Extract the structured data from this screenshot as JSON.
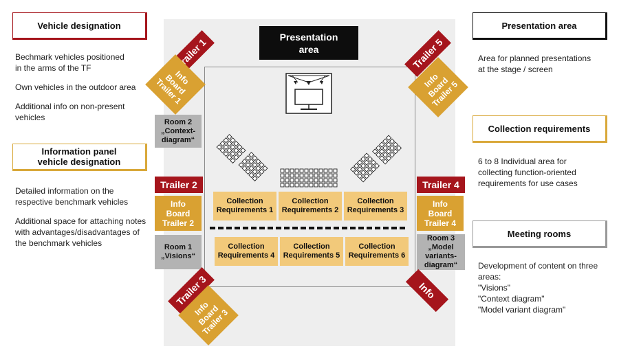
{
  "left_panel": {
    "vehicle_designation_title": "Vehicle designation",
    "vehicle_designation_lines": [
      "Bechmark vehicles positioned",
      "in the arms of the TF",
      "Own vehicles in the outdoor area",
      "Additional info on non-present",
      "vehicles"
    ],
    "info_panel_title_line1": "Information panel",
    "info_panel_title_line2": "vehicle designation",
    "info_panel_lines": [
      "Detailed information on the",
      "respective benchmark vehicles",
      "Additional space for attaching notes",
      "with advantages/disadvantages of",
      "the benchmark vehicles"
    ]
  },
  "right_panel": {
    "presentation_title": "Presentation area",
    "presentation_lines": [
      "Area for planned presentations",
      "at the stage / screen"
    ],
    "collection_title": "Collection requirements",
    "collection_lines": [
      "6 to 8 Individual area for",
      "collecting function-oriented",
      "requirements for use cases"
    ],
    "meeting_title": "Meeting rooms",
    "meeting_lines": [
      "Development of content on three",
      "areas:",
      "\"Visions\"",
      "\"Context diagram\"",
      "\"Model variant diagram\""
    ]
  },
  "floorplan": {
    "presentation_area_line1": "Presentation",
    "presentation_area_line2": "area",
    "trailers": [
      "Trailer 1",
      "Trailer 2",
      "Trailer 3",
      "Trailer 4",
      "Trailer 5",
      "Info"
    ],
    "info_board_word1": "Info",
    "info_board_word2": "Board",
    "rooms": [
      {
        "l1": "Room 2",
        "l2": "„Context-",
        "l3": "diagram“"
      },
      {
        "l1": "Room 1",
        "l2": "„Visions“",
        "l3": ""
      },
      {
        "l1": "Room 3",
        "l2": "„Model",
        "l3": "variants-",
        "l4": "diagram“"
      }
    ],
    "collection_label": "Collection",
    "collection_areas": [
      "Requirements 1",
      "Requirements 2",
      "Requirements 3",
      "Requirements 4",
      "Requirements 5",
      "Requirements 6"
    ]
  },
  "colors": {
    "trailer": "#a5151c",
    "info_board": "#d9a132",
    "room": "#b3b3b3",
    "collection": "#f2c97a",
    "floor": "#eeeeee"
  }
}
